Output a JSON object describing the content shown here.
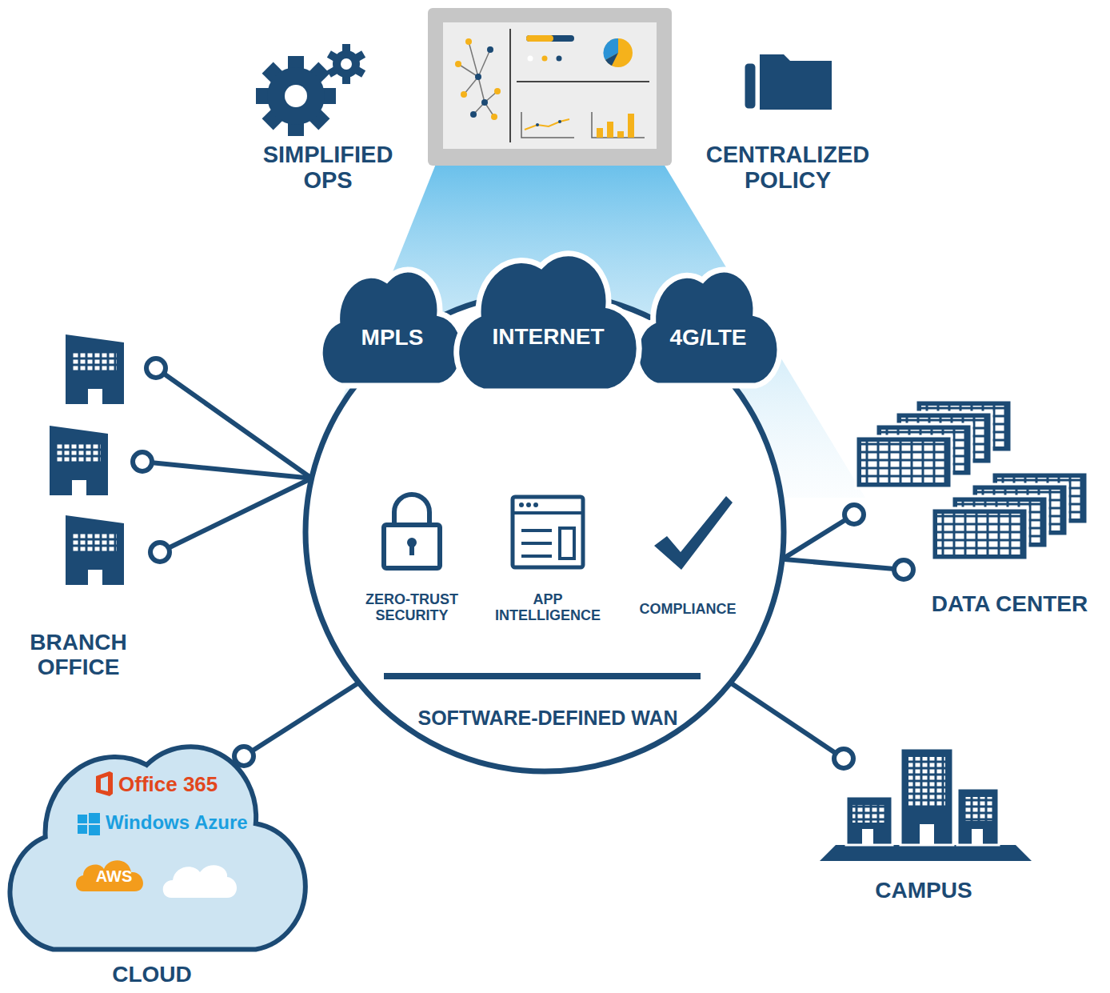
{
  "diagram": {
    "nodes": [
      {
        "text": [
          "MPLS"
        ]
      },
      {
        "text": [
          "INTERNET"
        ]
      },
      {
        "text": [
          "4G/LTE"
        ]
      },
      {
        "text": [
          "BRANCH OFFICE"
        ]
      },
      {
        "text": [
          "ZERO-TRUST SECURITY",
          "APP INTELLIGENCE",
          "COMPLIANCE",
          "SOFTWARE-DEFINED WAN"
        ]
      },
      {
        "text": [
          "DATA CENTER"
        ]
      },
      {
        "text": [
          "Office 365",
          "Windows Azure",
          "AWS",
          "CLOUD"
        ]
      },
      {
        "text": [
          "CAMPUS"
        ]
      }
    ],
    "edges": [
      {
        "from": 4,
        "to": 3,
        "arrow": "none"
      },
      {
        "from": 4,
        "to": 3,
        "arrow": "none"
      },
      {
        "from": 4,
        "to": 3,
        "arrow": "none"
      },
      {
        "from": 4,
        "to": 5,
        "arrow": "none"
      },
      {
        "from": 4,
        "to": 5,
        "arrow": "none"
      },
      {
        "from": 4,
        "to": 6,
        "arrow": "none"
      },
      {
        "from": 4,
        "to": 7,
        "arrow": "none"
      }
    ],
    "labels": [
      "SIMPLIFIED OPS",
      "CENTRALIZED POLICY"
    ]
  }
}
